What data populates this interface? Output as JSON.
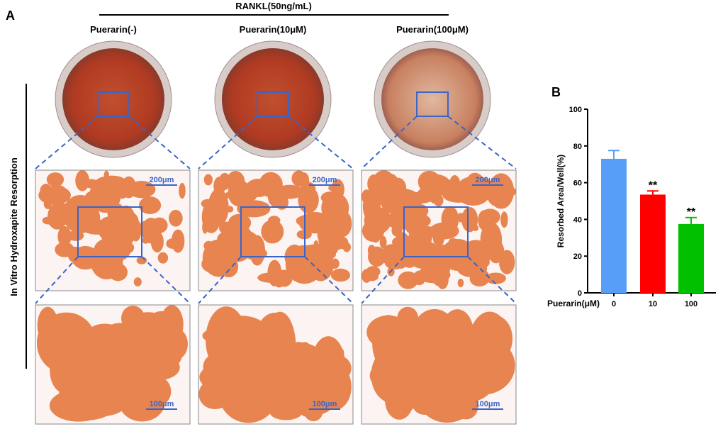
{
  "panel_a": {
    "label": "A",
    "treatment_header": "RANKL(50ng/mL)",
    "side_label": "In Vitro Hydroxapite Resorption",
    "groups": [
      "Puerarin(-)",
      "Puerarin(10μM)",
      "Puerarin(100μM)"
    ],
    "scale_bar_mid": "200μm",
    "scale_bar_bottom": "100μm"
  },
  "panel_b": {
    "label": "B"
  },
  "colors": {
    "zoom_box": "#3a64c8",
    "stain": "#e8844f",
    "dish": "#b8432a"
  },
  "chart_data": {
    "type": "bar",
    "title": "",
    "xlabel": "Puerarin(μM)",
    "ylabel": "Resorbed Area/Well(%)",
    "categories": [
      "0",
      "10",
      "100"
    ],
    "values": [
      73,
      53.5,
      37.5
    ],
    "errors": [
      4.5,
      2,
      3.5
    ],
    "significance": [
      "",
      "**",
      "**"
    ],
    "bar_colors": [
      "#579ef8",
      "#ff0000",
      "#00c000"
    ],
    "ylim": [
      0,
      100
    ],
    "yticks": [
      "0",
      "20",
      "40",
      "60",
      "80",
      "100"
    ],
    "grid": false
  }
}
